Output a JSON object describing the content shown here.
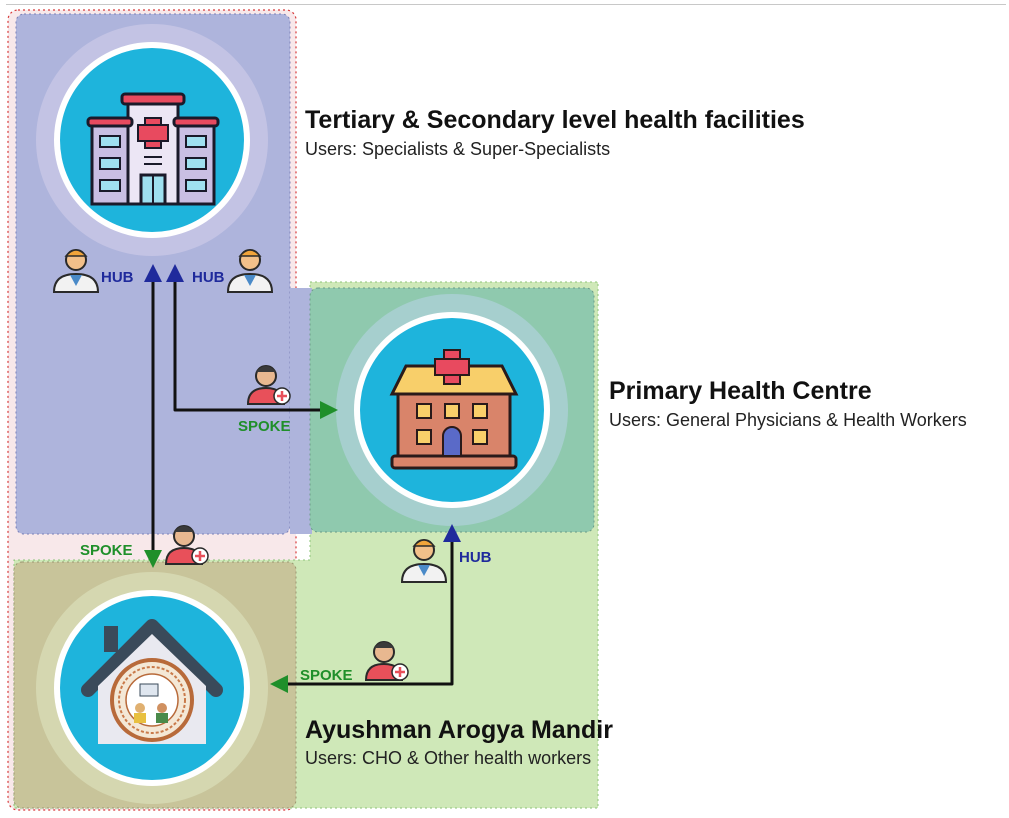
{
  "facilities": {
    "tertiary": {
      "title": "Tertiary & Secondary level health facilities",
      "users": "Users: Specialists & Super-Specialists",
      "icon": "hospital-icon"
    },
    "primary": {
      "title": "Primary Health Centre",
      "users": "Users: General Physicians & Health Workers",
      "icon": "clinic-icon"
    },
    "arogya": {
      "title": "Ayushman Arogya Mandir",
      "users": "Users: CHO & Other health workers",
      "icon": "health-centre-house-icon"
    }
  },
  "labels": {
    "hub": "HUB",
    "spoke": "SPOKE"
  },
  "colors": {
    "hub_arrow": "#1f2a9c",
    "spoke_arrow": "#1f8f2a",
    "tertiary_region": "#aeb4dc",
    "primary_region": "#cfe8b8",
    "arogya_region": "#c8c49a",
    "circle_fill": "#1eb4dc"
  }
}
